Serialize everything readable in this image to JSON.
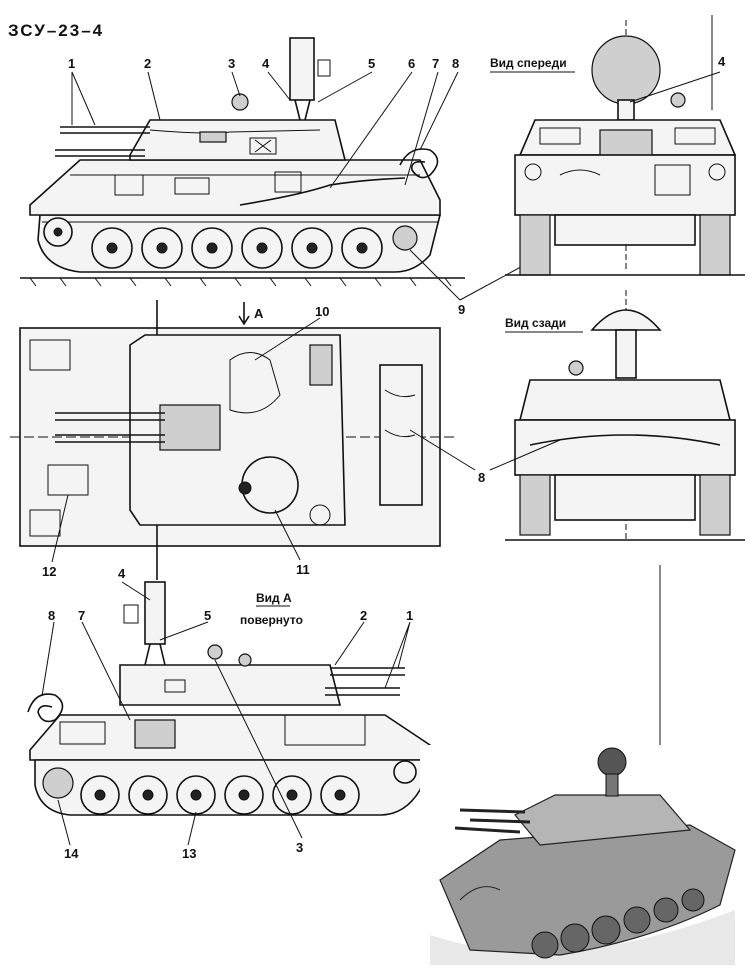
{
  "title": "ЗСУ–23–4",
  "views": {
    "front": "Вид спереди",
    "rear": "Вид сзади",
    "view_a": "Вид А",
    "rotated": "повернуто",
    "arrow_a": "А"
  },
  "callouts_side_top": [
    "1",
    "2",
    "3",
    "4",
    "5",
    "6",
    "7",
    "8",
    "9"
  ],
  "callouts_plan": [
    "10",
    "11",
    "12",
    "8"
  ],
  "callouts_side_bottom": [
    "4",
    "5",
    "8",
    "7",
    "2",
    "1",
    "14",
    "13",
    "3"
  ],
  "callout_front": "4"
}
